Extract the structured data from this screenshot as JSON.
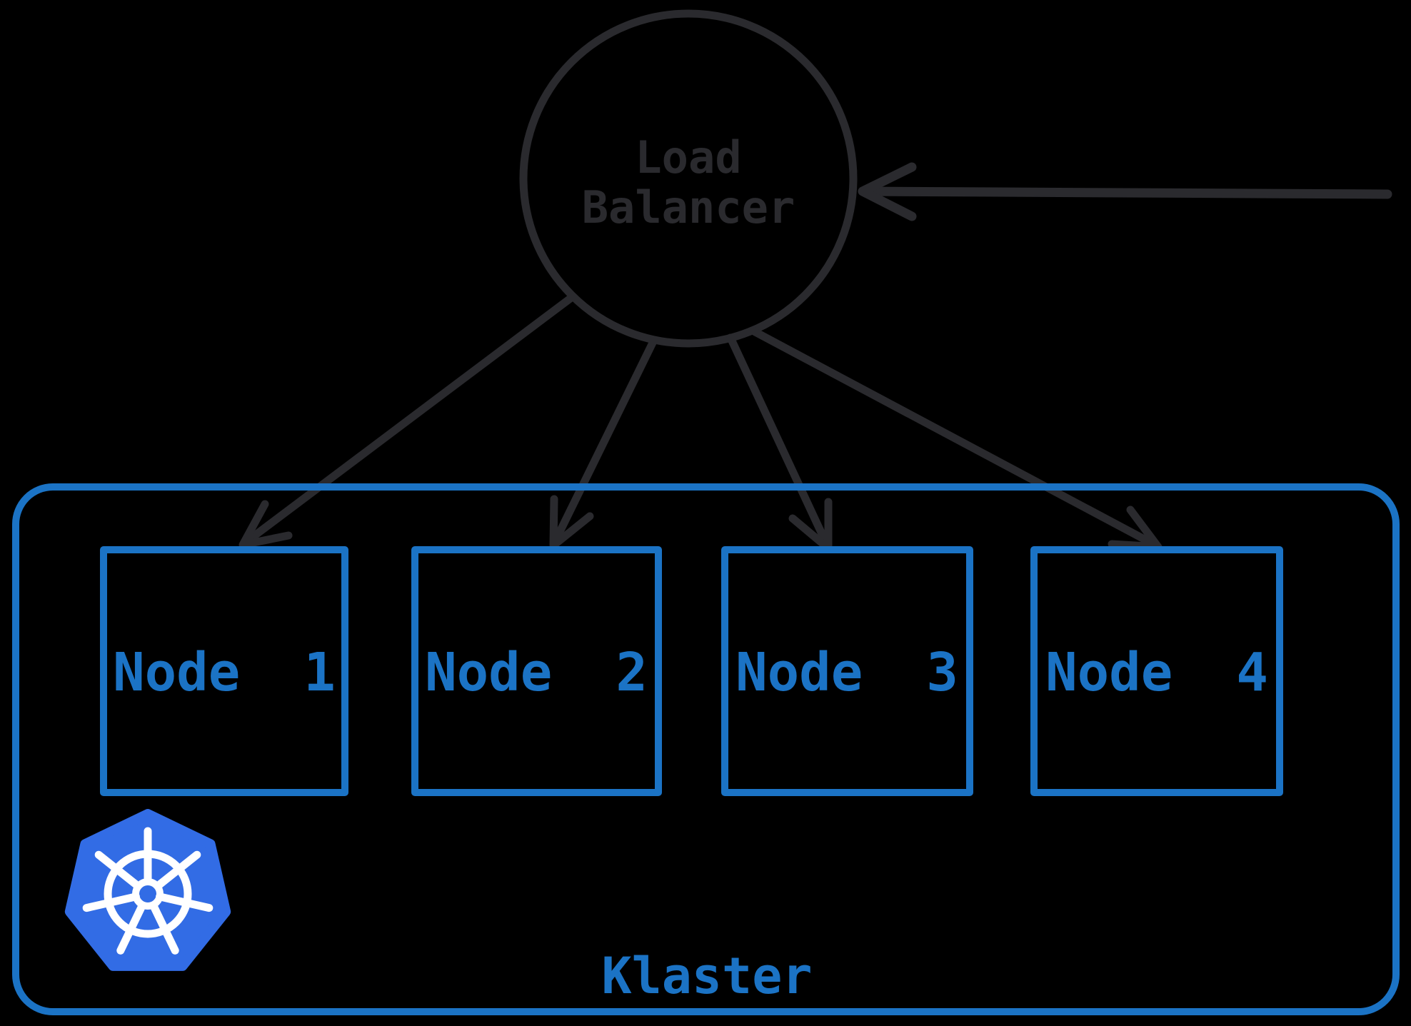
{
  "colors": {
    "background": "#000000",
    "ink": "#2a2a2e",
    "blue": "#1b73c5",
    "k8s-blue": "#326ce5",
    "wheel-white": "#ffffff"
  },
  "load_balancer": {
    "label_line1": "Load",
    "label_line2": "Balancer"
  },
  "cluster": {
    "label": "Klaster",
    "nodes": [
      {
        "label": "Node  1"
      },
      {
        "label": "Node  2"
      },
      {
        "label": "Node  3"
      },
      {
        "label": "Node  4"
      }
    ]
  }
}
